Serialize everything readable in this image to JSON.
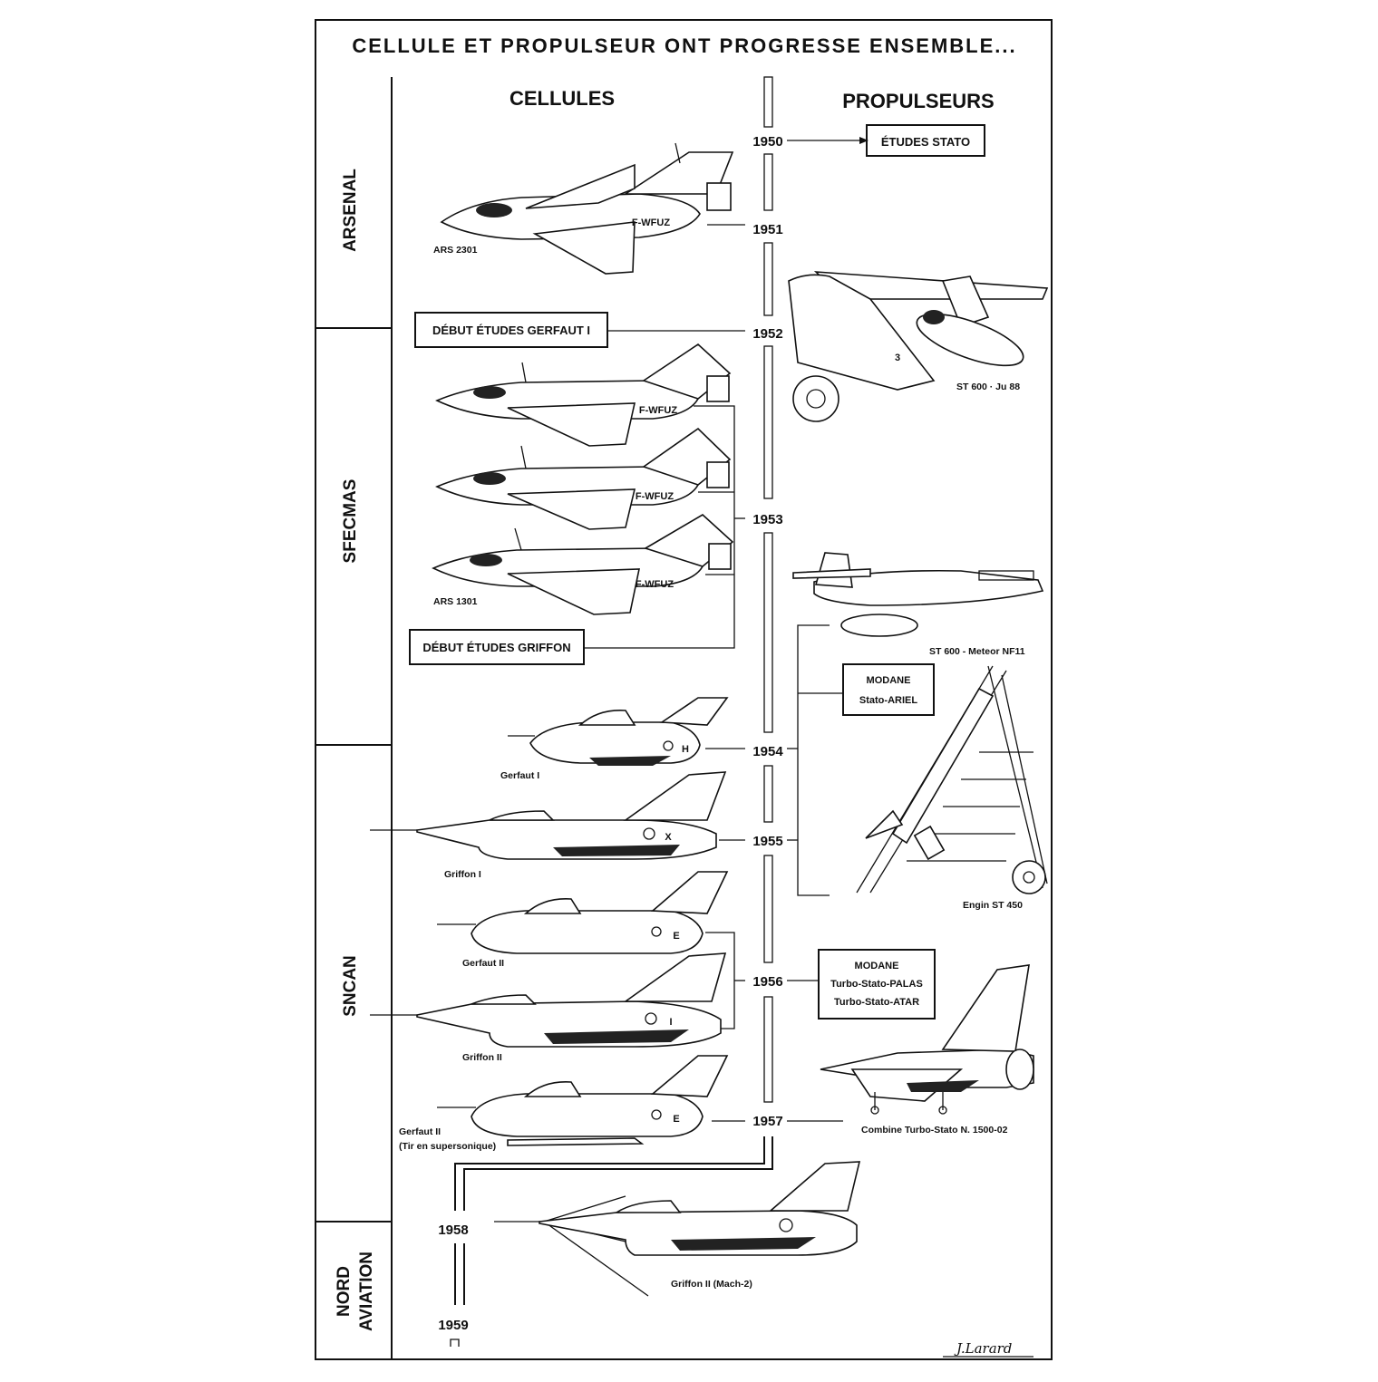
{
  "title": "CELLULE ET PROPULSEUR ONT PROGRESSE ENSEMBLE...",
  "columns": {
    "left": "CELLULES",
    "right": "PROPULSEURS"
  },
  "organizations": [
    {
      "name": "ARSENAL"
    },
    {
      "name": "SFECMAS"
    },
    {
      "name": "SNCAN"
    },
    {
      "name": "NORD",
      "name2": "AVIATION"
    }
  ],
  "years": [
    "1950",
    "1951",
    "1952",
    "1953",
    "1954",
    "1955",
    "1956",
    "1957",
    "1958",
    "1959"
  ],
  "boxes": {
    "etudes_stato": "ÉTUDES STATO",
    "gerfaut": "DÉBUT ÉTUDES GERFAUT I",
    "griffon": "DÉBUT ÉTUDES GRIFFON",
    "modane_ariel": [
      "MODANE",
      "Stato-ARIEL"
    ],
    "modane_palas": [
      "MODANE",
      "Turbo-Stato-PALAS",
      "Turbo-Stato-ATAR"
    ]
  },
  "airframes": {
    "ars2301": "ARS 2301",
    "ars1301": "ARS 1301",
    "registration": "F-WFUZ",
    "gerfaut1": "Gerfaut I",
    "griffon1": "Griffon I",
    "gerfaut2": "Gerfaut II",
    "griffon2": "Griffon II",
    "gerfaut2_super": "Gerfaut II",
    "gerfaut2_super_note": "(Tir en supersonique)",
    "griffon2_mach": "Griffon II (Mach-2)",
    "letter_h": "H",
    "letter_x": "X",
    "letter_e": "E",
    "letter_i": "I"
  },
  "engines": {
    "st600_ju88": "ST 600 · Ju 88",
    "st600_meteor": "ST 600 - Meteor NF11",
    "st450": "Engin ST 450",
    "n1500": "Combine Turbo-Stato N. 1500-02",
    "ju88_number": "3"
  },
  "signature": "J.Larard"
}
